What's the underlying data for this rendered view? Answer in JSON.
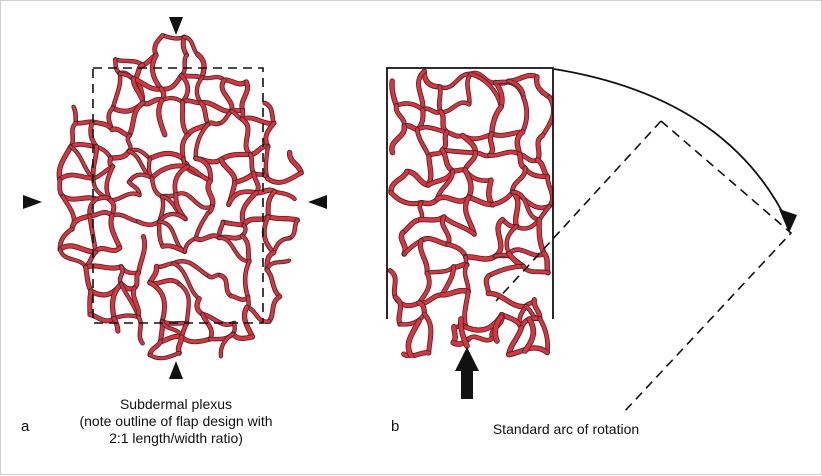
{
  "panel_a": {
    "letter": "a",
    "caption_lines": [
      "Subdermal plexus",
      "(note outline of flap design with",
      "2:1 length/width ratio)"
    ]
  },
  "panel_b": {
    "letter": "b",
    "caption": "Standard arc of rotation"
  },
  "colors": {
    "vessel_fill": "#e0313c",
    "vessel_edge": "#3a2a2a",
    "lines": "#111111"
  }
}
